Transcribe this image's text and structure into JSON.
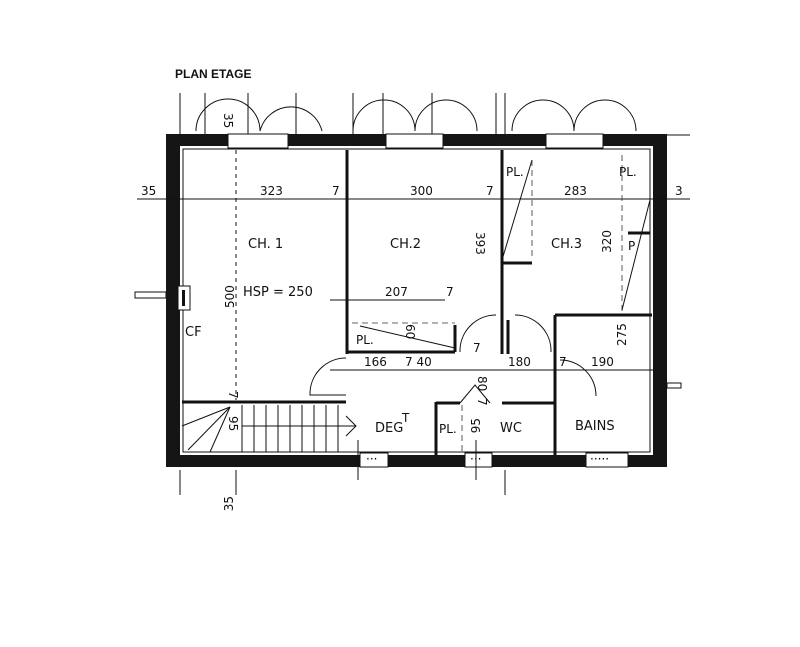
{
  "title": "PLAN ETAGE",
  "rooms": {
    "ch1": "CH. 1",
    "ch2": "CH.2",
    "ch3": "CH.3",
    "deg": "DEG",
    "deg_sup": "T",
    "wc": "WC",
    "bains": "BAINS",
    "cf": "CF",
    "pl_ch2": "PL.",
    "pl_ch3_a": "PL.",
    "pl_ch3_b": "PL.",
    "pl_ch3_c": "P",
    "pl_wc": "PL."
  },
  "hsp": "HSP = 250",
  "dimensions": {
    "top_left_35": "35",
    "left_35": "35",
    "d323": "323",
    "d7a": "7",
    "d300": "300",
    "d7b": "7",
    "d283": "283",
    "right_3": "3",
    "d393": "393",
    "d320": "320",
    "d500": "500",
    "d207": "207",
    "d7c": "7",
    "d60": "60",
    "d166": "166",
    "d7_40": "7 40",
    "d7d": "7",
    "d180": "180",
    "d7e": "7",
    "d190": "190",
    "d275": "275",
    "d80": "80",
    "d7f": "7",
    "d95a": "95",
    "d95b": "95",
    "d7g": "7",
    "bottom_35": "35"
  },
  "colors": {
    "ink": "#111111",
    "paper": "#ffffff"
  }
}
